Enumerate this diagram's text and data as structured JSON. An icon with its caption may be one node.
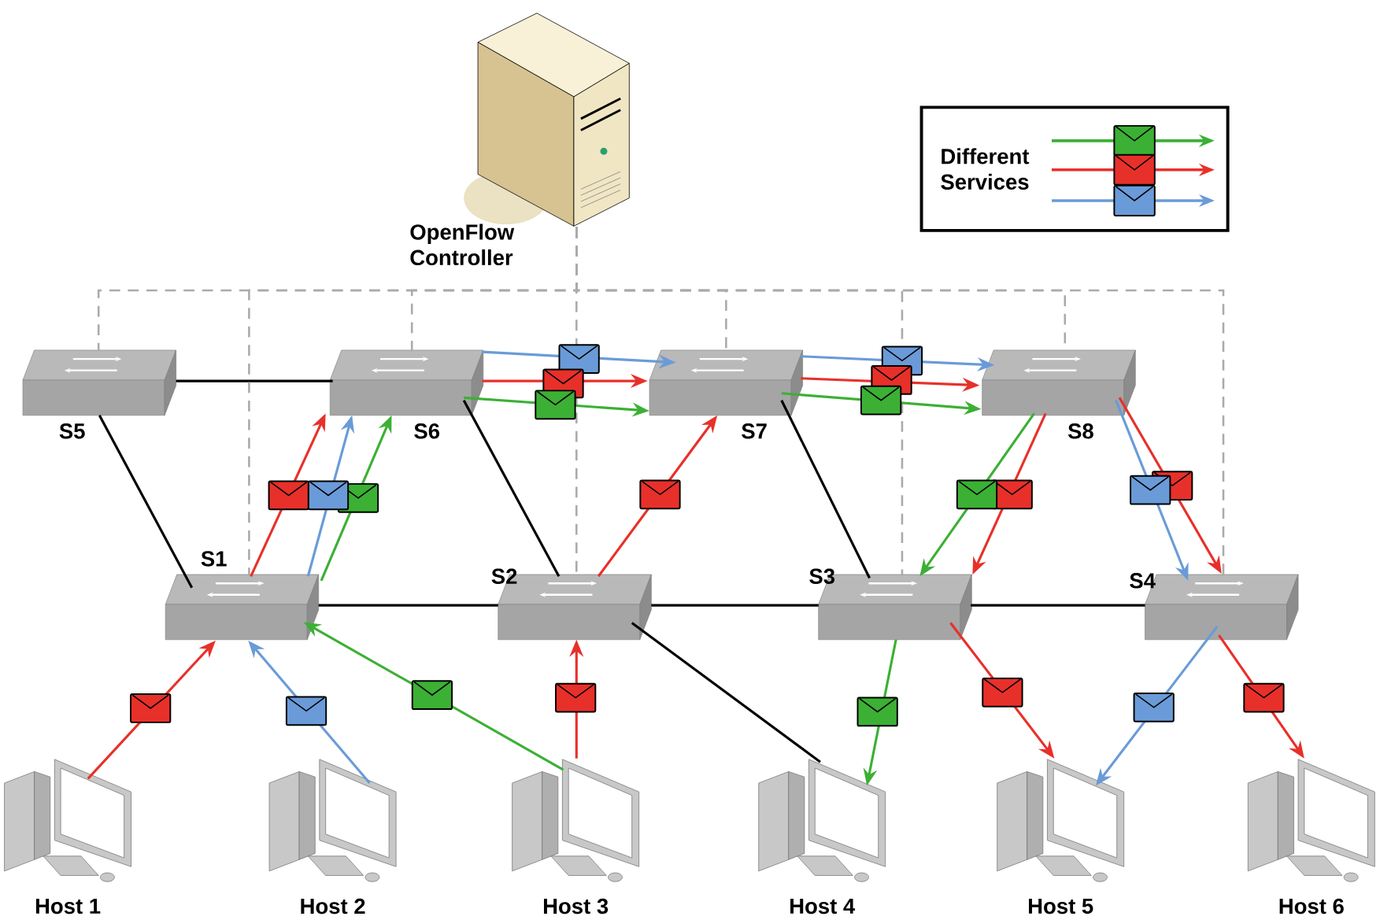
{
  "diagram": {
    "nodes": [
      {
        "text": [
          "OpenFlow Controller"
        ]
      },
      {
        "text": [
          "S5"
        ]
      },
      {
        "text": [
          "S6"
        ]
      },
      {
        "text": [
          "S7"
        ]
      },
      {
        "text": [
          "S8"
        ]
      },
      {
        "text": [
          "S1"
        ]
      },
      {
        "text": [
          "S2"
        ]
      },
      {
        "text": [
          "S3"
        ]
      },
      {
        "text": [
          "S4"
        ]
      },
      {
        "text": [
          "Host 1"
        ]
      },
      {
        "text": [
          "Host 2"
        ]
      },
      {
        "text": [
          "Host 3"
        ]
      },
      {
        "text": [
          "Host 4"
        ]
      },
      {
        "text": [
          "Host 5"
        ]
      },
      {
        "text": [
          "Host 6"
        ]
      },
      {
        "text": [
          "Different Services"
        ]
      }
    ],
    "edges": [
      {
        "from": 1,
        "to": 2,
        "arrow": "none",
        "color": "#000000"
      },
      {
        "from": 1,
        "to": 5,
        "arrow": "none",
        "color": "#000000"
      },
      {
        "from": 5,
        "to": 6,
        "arrow": "none",
        "color": "#000000"
      },
      {
        "from": 6,
        "to": 7,
        "arrow": "none",
        "color": "#000000"
      },
      {
        "from": 7,
        "to": 8,
        "arrow": "none",
        "color": "#000000"
      },
      {
        "from": 2,
        "to": 6,
        "arrow": "none",
        "color": "#000000"
      },
      {
        "from": 3,
        "to": 7,
        "arrow": "none",
        "color": "#000000"
      },
      {
        "from": 6,
        "to": 12,
        "arrow": "none",
        "color": "#000000"
      },
      {
        "from": 0,
        "to": 1,
        "arrow": "none",
        "style": "dashed",
        "color": "#aaaaaa"
      },
      {
        "from": 0,
        "to": 2,
        "arrow": "none",
        "style": "dashed",
        "color": "#aaaaaa"
      },
      {
        "from": 0,
        "to": 3,
        "arrow": "none",
        "style": "dashed",
        "color": "#aaaaaa"
      },
      {
        "from": 0,
        "to": 4,
        "arrow": "none",
        "style": "dashed",
        "color": "#aaaaaa"
      },
      {
        "from": 0,
        "to": 5,
        "arrow": "none",
        "style": "dashed",
        "color": "#aaaaaa"
      },
      {
        "from": 0,
        "to": 6,
        "arrow": "none",
        "style": "dashed",
        "color": "#aaaaaa"
      },
      {
        "from": 0,
        "to": 7,
        "arrow": "none",
        "style": "dashed",
        "color": "#aaaaaa"
      },
      {
        "from": 0,
        "to": 8,
        "arrow": "none",
        "style": "dashed",
        "color": "#aaaaaa"
      },
      {
        "from": 9,
        "to": 5,
        "arrow": "to",
        "color": "#e8302a"
      },
      {
        "from": 10,
        "to": 5,
        "arrow": "to",
        "color": "#6a9bd8"
      },
      {
        "from": 11,
        "to": 5,
        "arrow": "to",
        "color": "#3cb035"
      },
      {
        "from": 11,
        "to": 6,
        "arrow": "to",
        "color": "#e8302a"
      },
      {
        "from": 5,
        "to": 2,
        "arrow": "to",
        "color": "#e8302a"
      },
      {
        "from": 5,
        "to": 2,
        "arrow": "to",
        "color": "#6a9bd8"
      },
      {
        "from": 5,
        "to": 2,
        "arrow": "to",
        "color": "#3cb035"
      },
      {
        "from": 2,
        "to": 3,
        "arrow": "to",
        "color": "#6a9bd8"
      },
      {
        "from": 2,
        "to": 3,
        "arrow": "to",
        "color": "#e8302a"
      },
      {
        "from": 2,
        "to": 3,
        "arrow": "to",
        "color": "#3cb035"
      },
      {
        "from": 6,
        "to": 3,
        "arrow": "to",
        "color": "#e8302a"
      },
      {
        "from": 3,
        "to": 4,
        "arrow": "to",
        "color": "#6a9bd8"
      },
      {
        "from": 3,
        "to": 4,
        "arrow": "to",
        "color": "#e8302a"
      },
      {
        "from": 3,
        "to": 4,
        "arrow": "to",
        "color": "#3cb035"
      },
      {
        "from": 4,
        "to": 7,
        "arrow": "to",
        "color": "#3cb035"
      },
      {
        "from": 4,
        "to": 7,
        "arrow": "to",
        "color": "#e8302a"
      },
      {
        "from": 4,
        "to": 8,
        "arrow": "to",
        "color": "#6a9bd8"
      },
      {
        "from": 4,
        "to": 8,
        "arrow": "to",
        "color": "#e8302a"
      },
      {
        "from": 7,
        "to": 12,
        "arrow": "to",
        "color": "#3cb035"
      },
      {
        "from": 7,
        "to": 13,
        "arrow": "to",
        "color": "#e8302a"
      },
      {
        "from": 8,
        "to": 13,
        "arrow": "to",
        "color": "#6a9bd8"
      },
      {
        "from": 8,
        "to": 14,
        "arrow": "to",
        "color": "#e8302a"
      }
    ]
  }
}
